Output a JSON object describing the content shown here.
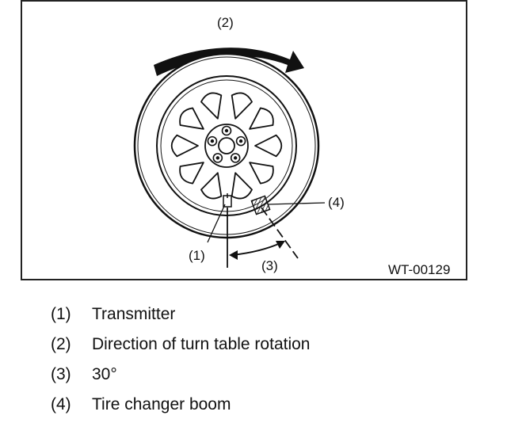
{
  "figure": {
    "code": "WT-00129",
    "callouts": [
      "(1)",
      "(2)",
      "(3)",
      "(4)"
    ]
  },
  "legend": [
    {
      "num": "(1)",
      "text": "Transmitter"
    },
    {
      "num": "(2)",
      "text": "Direction of turn table rotation"
    },
    {
      "num": "(3)",
      "text": "30°"
    },
    {
      "num": "(4)",
      "text": "Tire changer boom"
    }
  ]
}
